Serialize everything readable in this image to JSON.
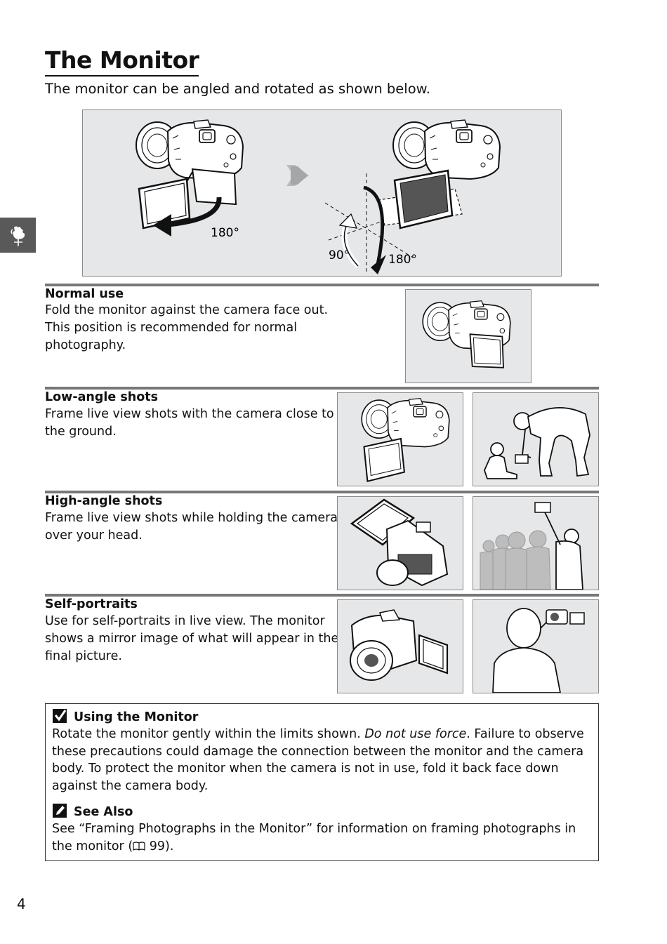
{
  "page": {
    "title": "The Monitor",
    "intro": "The monitor can be angled and rotated as shown below.",
    "page_number": "4"
  },
  "hero": {
    "label_left_180": "180°",
    "label_90": "90°",
    "label_right_180": "180°"
  },
  "sections": [
    {
      "title": "Normal use",
      "lines": [
        "Fold the monitor against the camera face out.",
        "This position is recommended for normal",
        "photography."
      ]
    },
    {
      "title": "Low-angle shots",
      "lines": [
        "Frame live view shots with the camera close to",
        "the ground."
      ]
    },
    {
      "title": "High-angle shots",
      "lines": [
        "Frame live view shots while holding the camera",
        "over your head."
      ]
    },
    {
      "title": "Self-portraits",
      "lines": [
        "Use for self-portraits in live view.  The monitor",
        "shows a mirror image of what will appear in the",
        "final picture."
      ]
    }
  ],
  "notes": {
    "using": {
      "title": "Using the Monitor",
      "body_pre": "Rotate the monitor gently within the limits shown. ",
      "body_em": "Do not use force",
      "body_post": ".  Failure to observe these precautions could damage the connection between the monitor and the camera body.  To protect the monitor when the camera is not in use, fold it back face down against the camera body."
    },
    "see_also": {
      "title": "See Also",
      "body_pre": "See “Framing Photographs in the Monitor” for information on framing photographs in the monitor (",
      "body_post": " 99)."
    }
  },
  "icons": {
    "side_tab": "rooster-icon",
    "note": "check-icon",
    "see_also": "pencil-icon",
    "book_ref": "book-icon"
  },
  "colors": {
    "figure_bg": "#e6e7e8",
    "rule": "#777777",
    "side_tab": "#595959"
  }
}
